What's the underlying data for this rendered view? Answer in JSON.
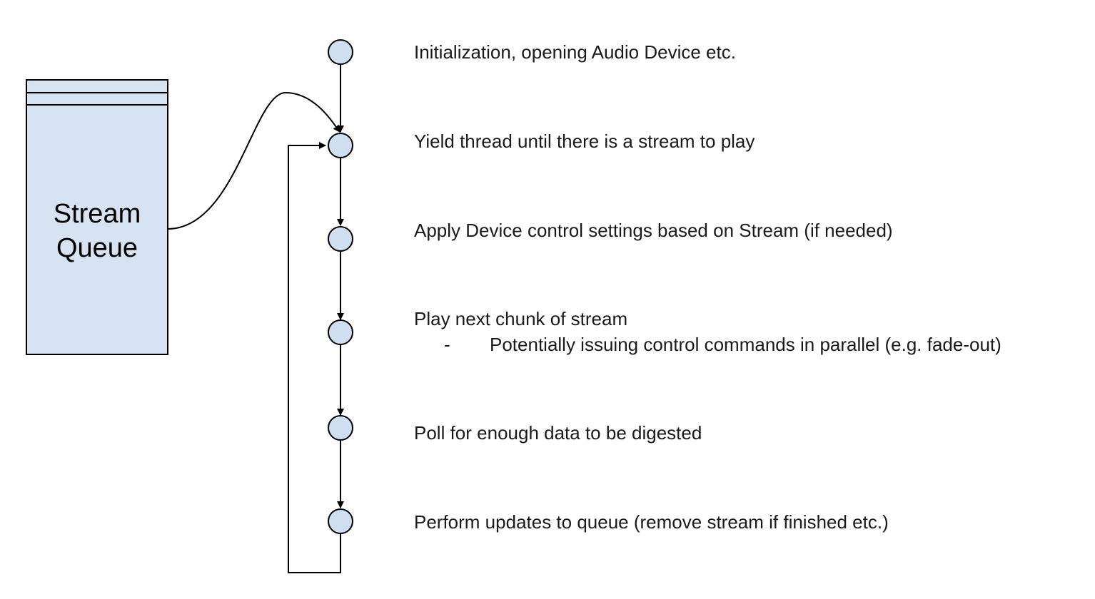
{
  "queue": {
    "label_line1": "Stream",
    "label_line2": "Queue"
  },
  "steps": [
    {
      "text": "Initialization, opening Audio Device etc."
    },
    {
      "text": "Yield thread until there is a stream to play"
    },
    {
      "text": "Apply Device control settings based on Stream (if needed)"
    },
    {
      "text": "Play next chunk of stream",
      "bullet": "-",
      "subtext": "Potentially issuing control commands in parallel (e.g. fade-out)"
    },
    {
      "text": "Poll for enough data to be digested"
    },
    {
      "text": "Perform updates to queue (remove stream if finished etc.)"
    }
  ],
  "colors": {
    "queue_fill": "#d5e3f3",
    "node_fill": "#cfdff0",
    "stroke": "#000000"
  }
}
